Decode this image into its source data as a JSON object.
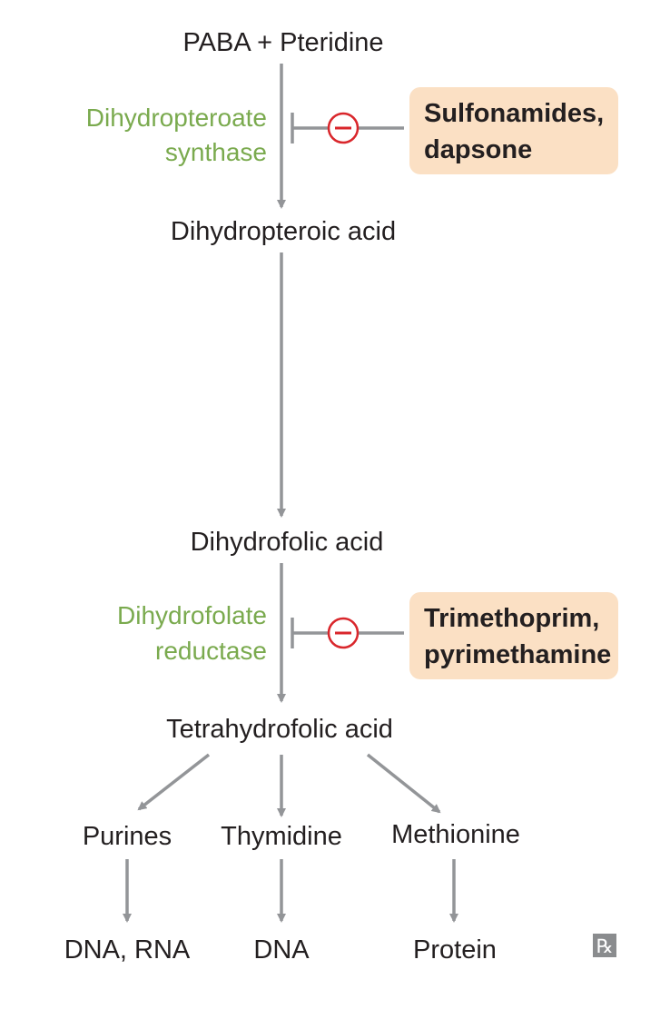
{
  "colors": {
    "arrow": "#939598",
    "enzyme_text": "#7aaa4e",
    "drug_box": "#fbe0c4",
    "inhibit_symbol": "#d9262b",
    "text": "#231f20",
    "logo": "#8a8c8e"
  },
  "nodes": {
    "paba_pteridine": "PABA + Pteridine",
    "dihydropteroic_acid": "Dihydropteroic acid",
    "dihydrofolic_acid": "Dihydrofolic acid",
    "tetrahydrofolic_acid": "Tetrahydrofolic acid",
    "purines": "Purines",
    "thymidine": "Thymidine",
    "methionine": "Methionine",
    "dna_rna": "DNA, RNA",
    "dna": "DNA",
    "protein": "Protein"
  },
  "enzymes": {
    "dihydropteroate_synthase": [
      "Dihydropteroate",
      "synthase"
    ],
    "dihydrofolate_reductase": [
      "Dihydrofolate",
      "reductase"
    ]
  },
  "drugs": {
    "sulfonamides_dapsone": [
      "Sulfonamides,",
      "dapsone"
    ],
    "trimethoprim_pyrimethamine": [
      "Trimethoprim,",
      "pyrimethamine"
    ]
  },
  "logo": {
    "icon": "rx-icon",
    "glyph": "℞"
  }
}
